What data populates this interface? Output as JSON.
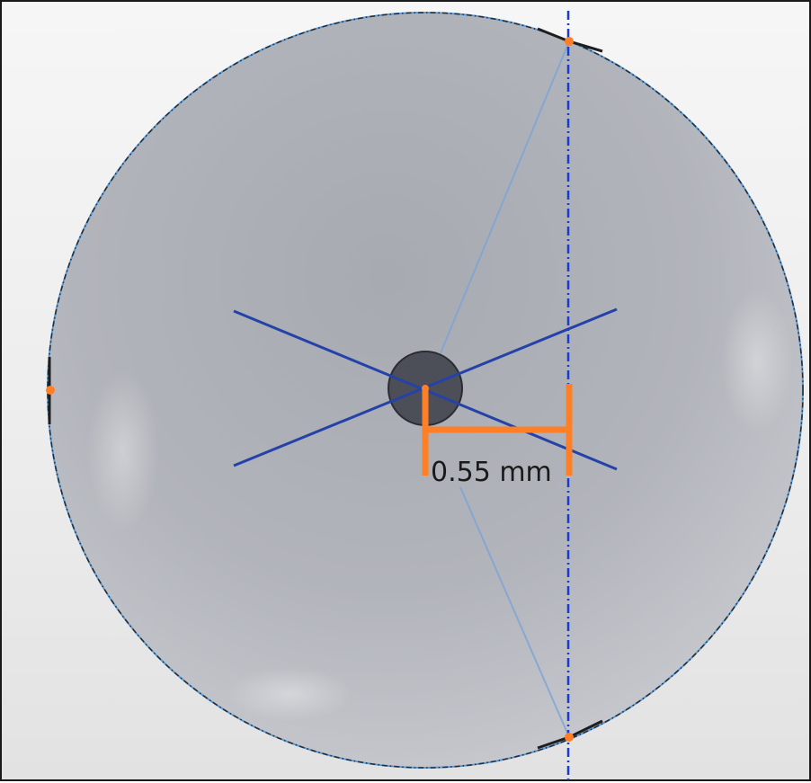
{
  "dimension": {
    "label": "0.55 mm",
    "value": 0.55,
    "unit": "mm"
  },
  "colors": {
    "sphere_fill": "#b4b6bd",
    "sphere_outline": "#5a9ad6",
    "center_hole": "#4c4e58",
    "reference_lines": "#2442a8",
    "cut_plane": "#1a3ad8",
    "projection_lines": "#7aa4d6",
    "dimension": "#ff7f27",
    "points": "#ff7f27"
  },
  "icons": {
    "center_marker": "center-hole-icon",
    "point_marker": "vertex-point-icon"
  }
}
